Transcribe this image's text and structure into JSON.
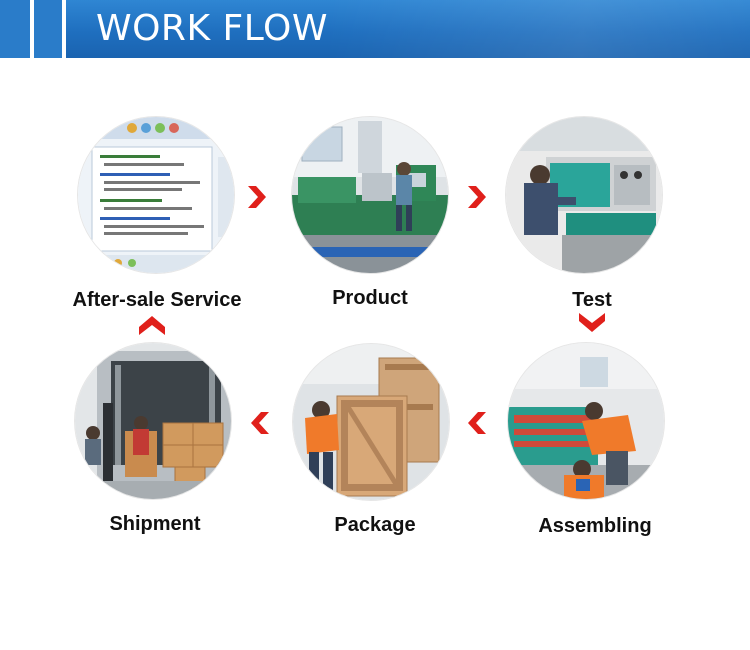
{
  "header": {
    "title": "WORK FLOW",
    "accent_color": "#1f6fbf"
  },
  "arrow_color": "#e0201b",
  "steps": [
    {
      "label": "After-sale Service",
      "icon": "chat-window-icon"
    },
    {
      "label": "Product",
      "icon": "factory-machine-icon"
    },
    {
      "label": "Test",
      "icon": "testing-machine-icon"
    },
    {
      "label": "Assembling",
      "icon": "assembly-workers-icon"
    },
    {
      "label": "Package",
      "icon": "wooden-crate-icon"
    },
    {
      "label": "Shipment",
      "icon": "shipping-container-icon"
    }
  ]
}
